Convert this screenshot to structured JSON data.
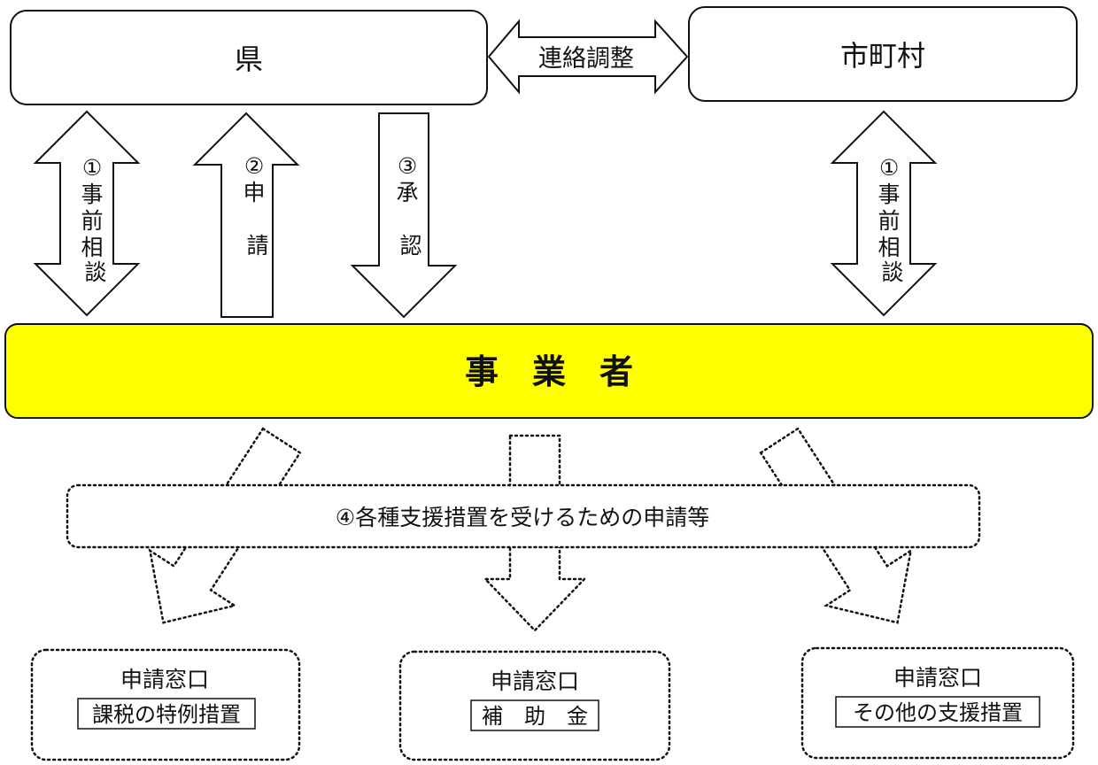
{
  "nodes": {
    "prefecture": "県",
    "municipality": "市町村",
    "business": "事　業　者",
    "support_bar": "④各種支援措置を受けるための申請等"
  },
  "arrows": {
    "coordination": "連絡調整",
    "consult_left": "①事前相談",
    "apply": "②申請",
    "approve": "③承認",
    "consult_right": "①事前相談"
  },
  "windows": [
    {
      "title": "申請窓口",
      "item": "課税の特例措置"
    },
    {
      "title": "申請窓口",
      "item": "補　助　金"
    },
    {
      "title": "申請窓口",
      "item": "その他の支援措置"
    }
  ],
  "colors": {
    "business_fill": "#ffff00",
    "stroke": "#111111"
  }
}
